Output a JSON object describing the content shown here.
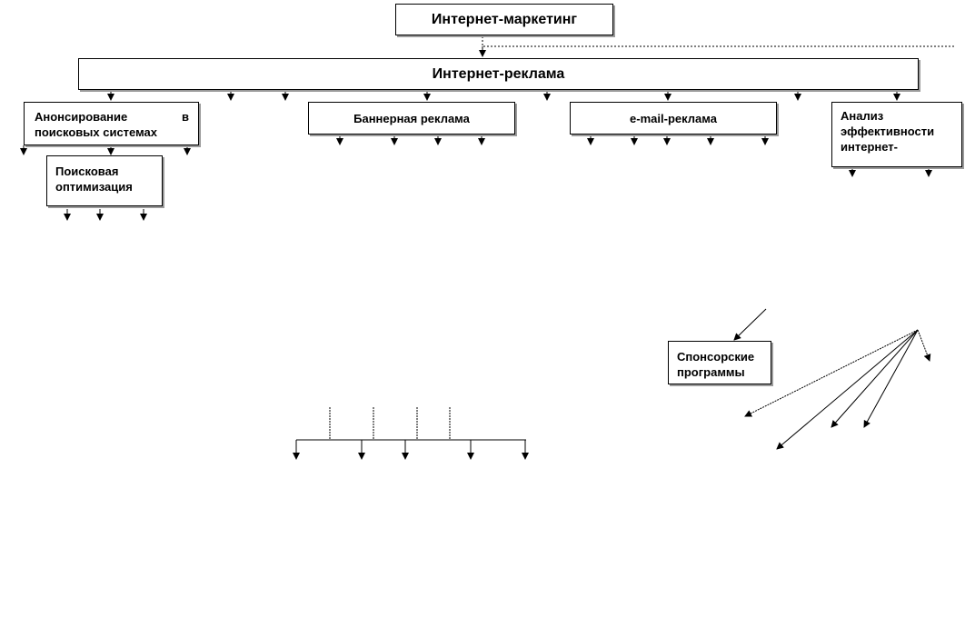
{
  "diagram": {
    "nodes": {
      "internet_marketing": "Интернет-маркетинг",
      "internet_reklama": "Интернет-реклама",
      "anons_line1_left": "Анонсирование",
      "anons_line1_right": "в",
      "anons_line2": "поисковых системах",
      "poisk_line1": "Поисковая",
      "poisk_line2": "оптимизация",
      "banner": "Баннерная реклама",
      "email": "e-mail-реклама",
      "analiz_line1": "Анализ",
      "analiz_line2": "эффективности",
      "analiz_line3": "интернет-",
      "sponsor_line1": "Спонсорские",
      "sponsor_line2": "программы"
    },
    "colors": {
      "line": "#000000",
      "box_border": "#000000",
      "box_shadow": "#9a9a9a",
      "background": "#ffffff"
    }
  }
}
